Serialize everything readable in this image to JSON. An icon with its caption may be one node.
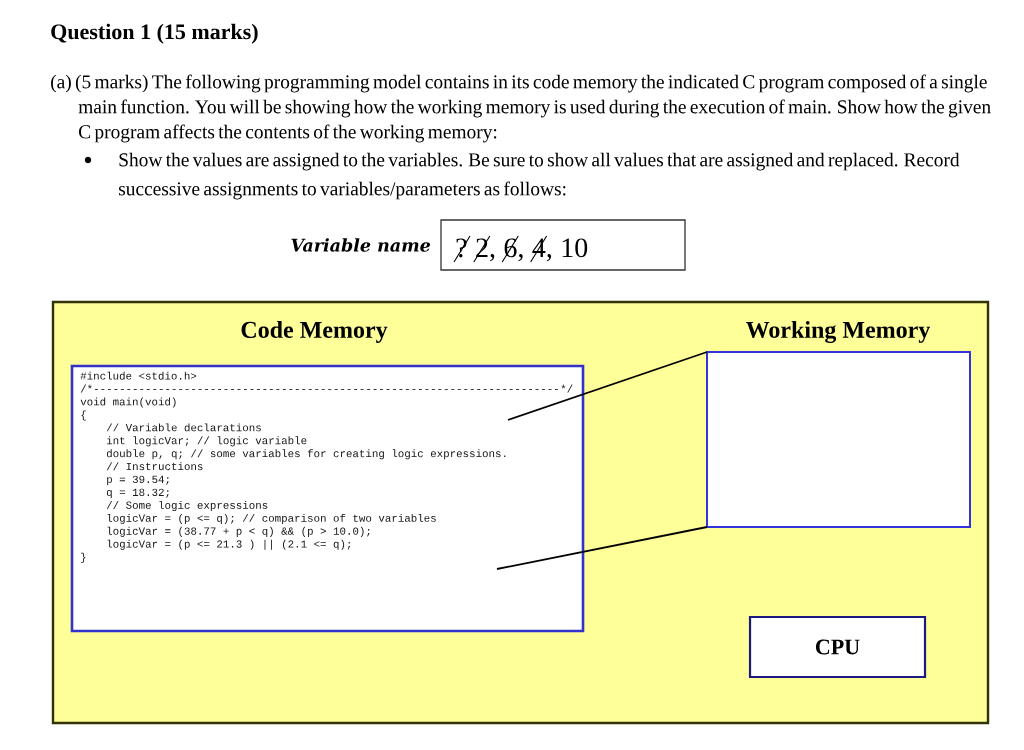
{
  "diagram": {
    "title": "Question 1 (15 marks)",
    "nodes": [
      {
        "text": [
          "Variable name",
          "?",
          "2,",
          "6,",
          "4,",
          "10"
        ]
      },
      {
        "text": [],
        "shape": "box"
      },
      {
        "text": [
          "Code Memory",
          "#include <stdio.h>",
          "/*------------------------------------------------------------------------",
          "*/",
          "void main(void)",
          "{",
          "// Variable declarations",
          "int logicVar; // logic variable",
          "double p, q; // some variables for creating logic expressions.",
          "// Instructions",
          "p = 39.54;",
          "q = 18.32;",
          "// Some logic expressions",
          "logicVar = (p <= q); // comparison of two variables",
          "logicVar = (38.77 + p < q) && (p > 10.0);",
          "logicVar = (p <= 21.3 ) || (2.1 <= q);",
          "}"
        ],
        "in": 1
      },
      {
        "text": [
          "Working Memory"
        ],
        "in": 1
      },
      {
        "text": [
          "CPU"
        ],
        "in": 1
      }
    ],
    "edges": [
      {
        "from": 2,
        "to": 3,
        "arrow": "none"
      },
      {
        "from": 2,
        "to": 3,
        "arrow": "none"
      }
    ],
    "labels": [
      "(a) (5 marks) The following programming model contains in its code memory the indicated C program composed of a single main function. You will be showing how the working memory is used during the execution of main. Show how the given C program affects the contents of the working memory:",
      "Show the values are assigned to the variables. Be sure to show all values that are assigned and replaced. Record successive assignments to variables/parameters as follows:"
    ]
  }
}
